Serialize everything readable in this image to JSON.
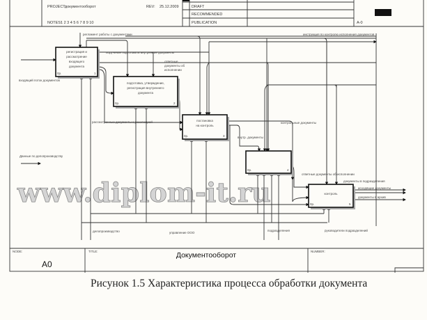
{
  "header": {
    "project_label": "PROJECT:",
    "project": "документооборот",
    "rev_label": "REV:",
    "rev": "25.12.2009",
    "notes_label": "NOTES:",
    "notes": "1 2 3 4 5 6 7 8 9 10",
    "status": [
      "DRAFT",
      "RECOMMENDED",
      "PUBLICATION"
    ],
    "node_ref": "A-0"
  },
  "boxes": [
    {
      "lines": [
        "регистрация и",
        "рассмотрение",
        "входящего",
        "документа"
      ],
      "cost": "0р.",
      "num": "1"
    },
    {
      "lines": [
        "подготовка, утверждение,",
        "регистрация внутреннего",
        "документа"
      ],
      "cost": "0р.",
      "num": "2"
    },
    {
      "lines": [
        "постановка",
        "на контроль"
      ],
      "cost": "0р.",
      "num": "3"
    },
    {
      "lines": [],
      "cost": "0р.",
      "num": "4"
    },
    {
      "lines": [
        "контроль"
      ],
      "cost": "0р.",
      "num": "5"
    }
  ],
  "arrows": {
    "a1": "регламент работы с документами",
    "a2": "инструкция по контролю исполнения документов",
    "a3": "поручение подготовить внутренние документы",
    "a4": [
      "ответные",
      "документы об",
      "исполнении"
    ],
    "a5": "входящий поток документов",
    "a6": "рассмотренные документы с резолюцией",
    "a7": "внутр. документы",
    "a8": "контрольные документы",
    "a9": "ответные документы об исполнении",
    "a10": "документы в подразделения",
    "a11": "исходящие документы",
    "a12": "документы в архив",
    "a13": "Данные по делопроизводству",
    "a14": "делопроизводство",
    "a15": "управление ООО",
    "a16": "подразделения",
    "a17": "руководители подразделений"
  },
  "footer": {
    "node_label": "NODE:",
    "node": "A0",
    "title_label": "TITLE:",
    "title": "Документооборот",
    "number_label": "NUMBER:"
  },
  "watermark": "www.diplom-it.ru",
  "caption": "Рисунок 1.5 Характеристика процесса обработки документа"
}
